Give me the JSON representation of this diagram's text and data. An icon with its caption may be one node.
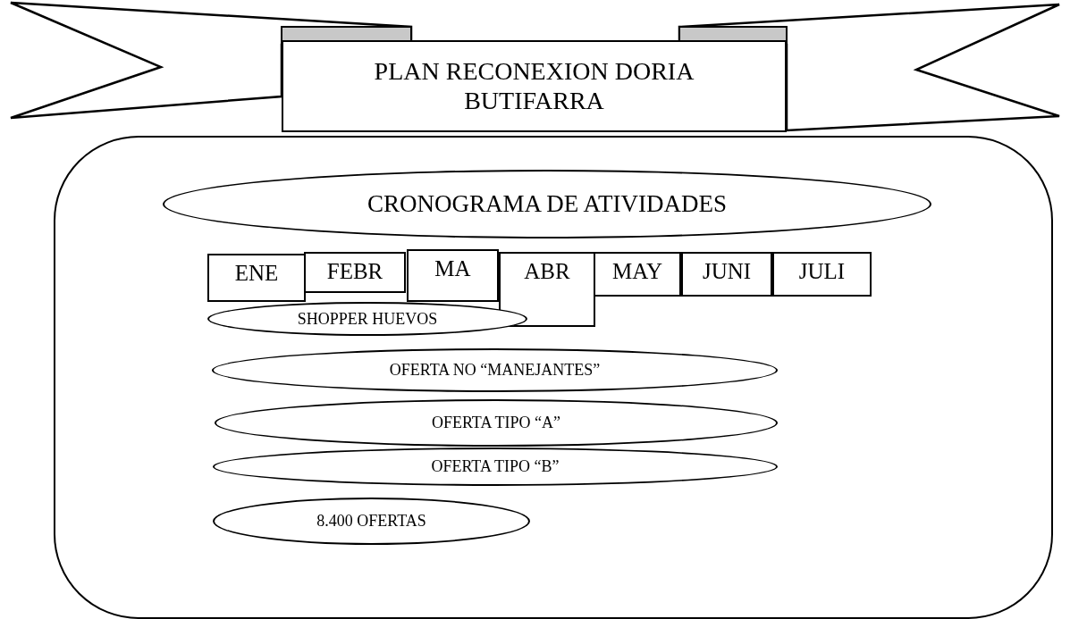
{
  "diagram": {
    "nodes": [
      {
        "text": [
          "PLAN RECONEXION DORIA BUTIFARRA"
        ]
      },
      {
        "text": [],
        "shape": "box"
      },
      {
        "text": [
          "CRONOGRAMA DE ATIVIDADES"
        ],
        "in": 1
      },
      {
        "text": [
          "ENE"
        ],
        "in": 1
      },
      {
        "text": [
          "FEBR"
        ],
        "in": 1
      },
      {
        "text": [
          "MA"
        ],
        "in": 1
      },
      {
        "text": [
          "ABR"
        ],
        "in": 1
      },
      {
        "text": [
          "MAY"
        ],
        "in": 1
      },
      {
        "text": [
          "JUNI"
        ],
        "in": 1
      },
      {
        "text": [
          "JULI"
        ],
        "in": 1
      },
      {
        "text": [
          "SHOPPER HUEVOS"
        ],
        "in": 1
      },
      {
        "text": [
          "OFERTA NO “MANEJANTES”"
        ],
        "in": 1
      },
      {
        "text": [
          "OFERTA TIPO “A”"
        ],
        "in": 1
      },
      {
        "text": [
          "OFERTA TIPO “B”"
        ],
        "in": 1
      },
      {
        "text": [
          "8.400 OFERTAS"
        ],
        "in": 1
      }
    ]
  }
}
